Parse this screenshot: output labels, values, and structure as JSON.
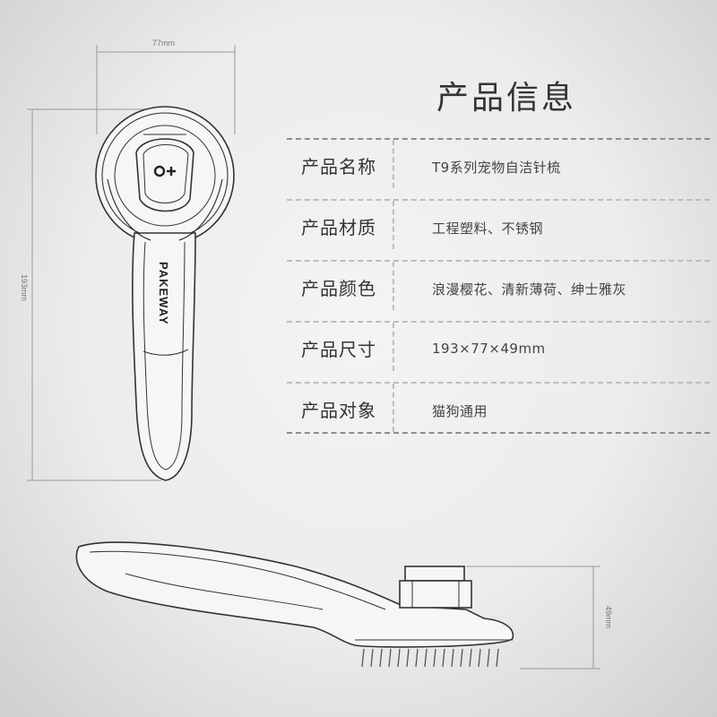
{
  "title": "产品信息",
  "brand": "PAKEWAY",
  "dimensions": {
    "width": "77mm",
    "height": "193mm",
    "depth": "49mm"
  },
  "specs": [
    {
      "label": "产品名称",
      "value": "T9系列宠物自洁针梳"
    },
    {
      "label": "产品材质",
      "value": "工程塑料、不锈钢"
    },
    {
      "label": "产品颜色",
      "value": "浪漫樱花、清新薄荷、绅士雅灰"
    },
    {
      "label": "产品尺寸",
      "value": "193×77×49mm"
    },
    {
      "label": "产品对象",
      "value": "猫狗通用"
    }
  ]
}
